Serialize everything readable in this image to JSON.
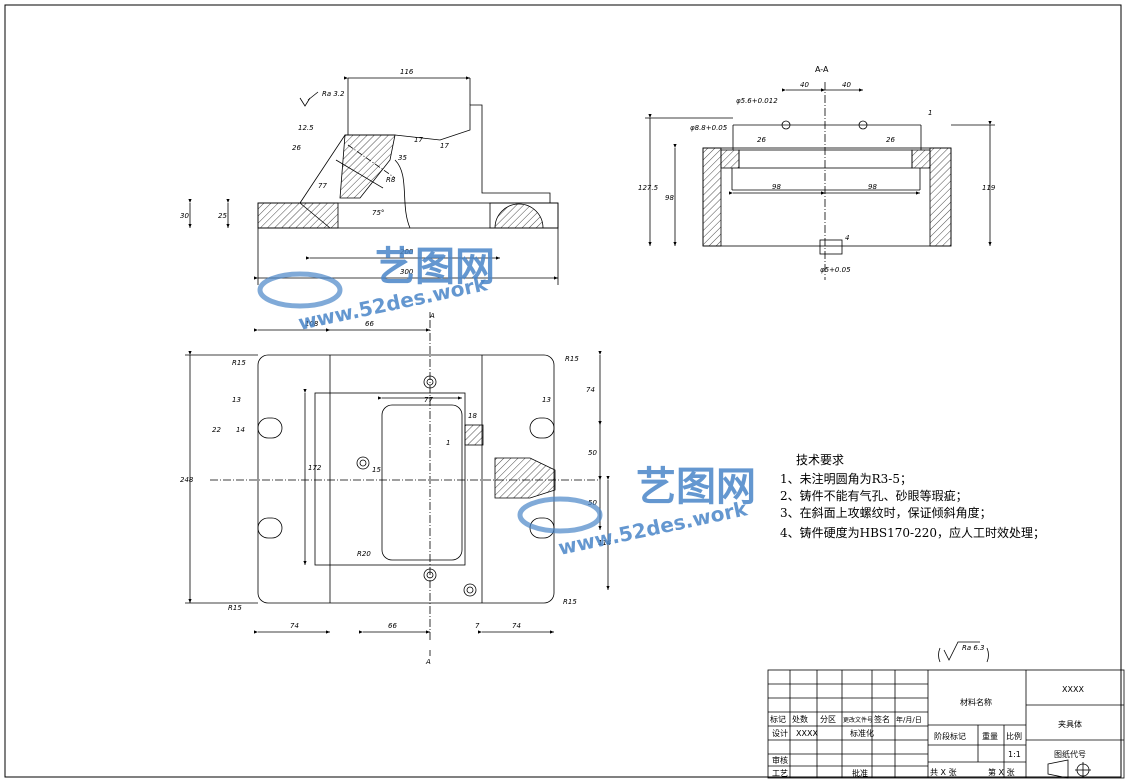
{
  "views": {
    "front": {
      "roughness": "Ra 3.2",
      "dims": [
        "116",
        "12.5",
        "26",
        "17",
        "17",
        "35",
        "R8",
        "77",
        "75°",
        "30",
        "25",
        "200",
        "300"
      ]
    },
    "section": {
      "label": "A-A",
      "dims": [
        "40",
        "40",
        "φ5.6+0.012",
        "φ8.8+0.05",
        "26",
        "26",
        "1",
        "127.5",
        "98",
        "98",
        "98",
        "119",
        "φ5+0.05",
        "4"
      ]
    },
    "top": {
      "section_marks": [
        "A",
        "A"
      ],
      "dims": [
        "108",
        "66",
        "R15",
        "R15",
        "13",
        "13",
        "22",
        "14",
        "77",
        "18",
        "1",
        "172",
        "15",
        "248",
        "50",
        "50",
        "74",
        "114",
        "R20",
        "R15",
        "R15",
        "74",
        "66",
        "7",
        "74"
      ]
    }
  },
  "technical_requirements": {
    "title": "技术要求",
    "items": [
      "1、未注明圆角为R3-5；",
      "2、铸件不能有气孔、砂眼等瑕疵；",
      "3、在斜面上攻螺纹时，保证倾斜角度；",
      "4、铸件硬度为HBS170-220，应人工时效处理；"
    ]
  },
  "surface_symbol": "Ra 6.3",
  "watermark": {
    "brand": "艺图网",
    "url": "www.52des.work"
  },
  "title_block": {
    "material_label": "材料名称",
    "company": "XXXX",
    "part_name": "夹具体",
    "drawing_no_label": "图纸代号",
    "row_labels": [
      "标记",
      "处数",
      "分区",
      "更改文件号",
      "签名",
      "年/月/日"
    ],
    "designer_label": "设计",
    "designer": "XXXX",
    "standard_label": "标准化",
    "reviewer_label": "审核",
    "process_label": "工艺",
    "approve_label": "批准",
    "stage_label": "阶段标记",
    "weight_label": "重量",
    "scale_label": "比例",
    "scale": "1:1",
    "sheets_total": "共 X 张",
    "sheet_no": "第 X 张"
  },
  "colors": {
    "line": "#000000",
    "watermark": "#4a86c8"
  }
}
